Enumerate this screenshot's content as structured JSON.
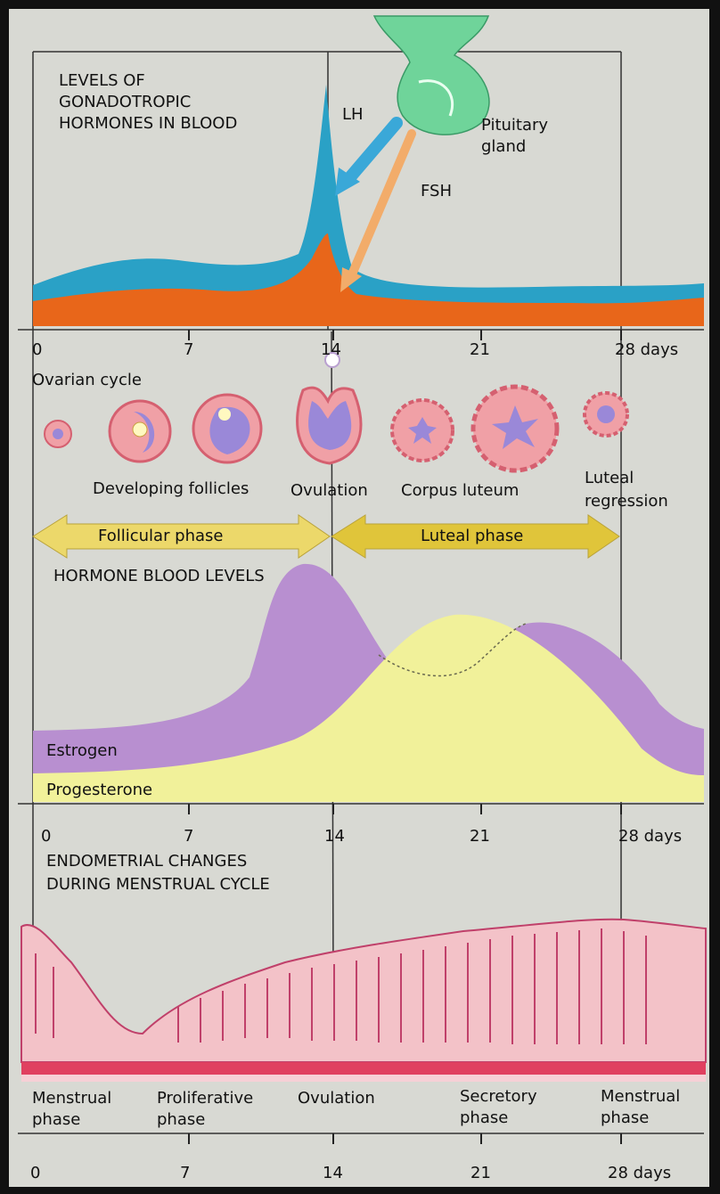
{
  "sections": {
    "gonadotropic_title_l1": "LEVELS OF",
    "gonadotropic_title_l2": "GONADOTROPIC",
    "gonadotropic_title_l3": "HORMONES IN BLOOD",
    "ovarian_title": "Ovarian cycle",
    "hormone_title": "HORMONE BLOOD LEVELS",
    "endometrial_title_l1": "ENDOMETRIAL CHANGES",
    "endometrial_title_l2": "DURING MENSTRUAL CYCLE"
  },
  "labels": {
    "lh": "LH",
    "fsh": "FSH",
    "pituitary_l1": "Pituitary",
    "pituitary_l2": "gland",
    "developing_follicles": "Developing follicles",
    "ovulation": "Ovulation",
    "corpus_luteum": "Corpus luteum",
    "luteal_regression_l1": "Luteal",
    "luteal_regression_l2": "regression",
    "follicular_phase": "Follicular phase",
    "luteal_phase": "Luteal phase",
    "estrogen": "Estrogen",
    "progesterone": "Progesterone"
  },
  "axis_ticks": [
    "0",
    "7",
    "14",
    "21",
    "28 days"
  ],
  "phases": [
    {
      "l1": "Menstrual",
      "l2": "phase"
    },
    {
      "l1": "Proliferative",
      "l2": "phase"
    },
    {
      "l1": "Ovulation",
      "l2": ""
    },
    {
      "l1": "Secretory",
      "l2": "phase"
    },
    {
      "l1": "Menstrual",
      "l2": "phase"
    }
  ],
  "colors": {
    "background": "#d8d9d3",
    "lh": "#2aa1c6",
    "fsh": "#e8661a",
    "estrogen": "#b88fd0",
    "progesterone": "#f1f19a",
    "phase_arrow": "#ecd86a",
    "endometrium": "#f3c2c8",
    "gland_line": "#c0406a",
    "pituitary": "#6fd49a"
  }
}
